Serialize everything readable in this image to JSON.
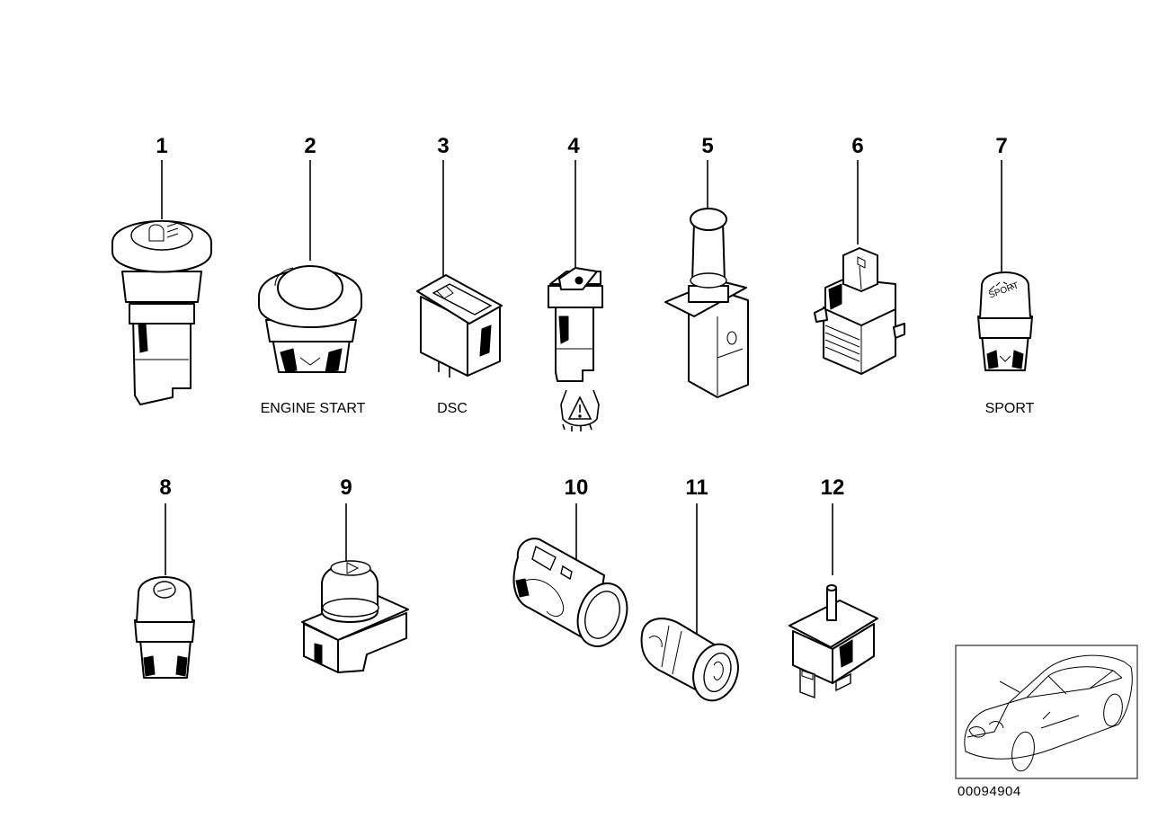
{
  "parts": [
    {
      "number": "1",
      "caption": "",
      "icon": "fog-light-switch-icon"
    },
    {
      "number": "2",
      "caption": "ENGINE START",
      "icon": "start-button-icon"
    },
    {
      "number": "3",
      "caption": "DSC",
      "icon": "dsc-switch-icon"
    },
    {
      "number": "4",
      "caption": "",
      "icon": "tire-pressure-switch-icon"
    },
    {
      "number": "5",
      "caption": "",
      "icon": "brake-light-switch-icon"
    },
    {
      "number": "6",
      "caption": "",
      "icon": "rocker-switch-icon"
    },
    {
      "number": "7",
      "caption": "SPORT",
      "icon": "sport-button-icon"
    },
    {
      "number": "8",
      "caption": "",
      "icon": "round-push-button-icon"
    },
    {
      "number": "9",
      "caption": "",
      "icon": "trunk-button-icon"
    },
    {
      "number": "10",
      "caption": "",
      "icon": "socket-housing-icon"
    },
    {
      "number": "11",
      "caption": "",
      "icon": "socket-plug-icon"
    },
    {
      "number": "12",
      "caption": "",
      "icon": "pin-switch-icon"
    }
  ],
  "symbols": {
    "tire_warning": "tire-pressure-warning-icon",
    "car_overview": "car-overview-icon"
  },
  "diagram_id": "00094904"
}
